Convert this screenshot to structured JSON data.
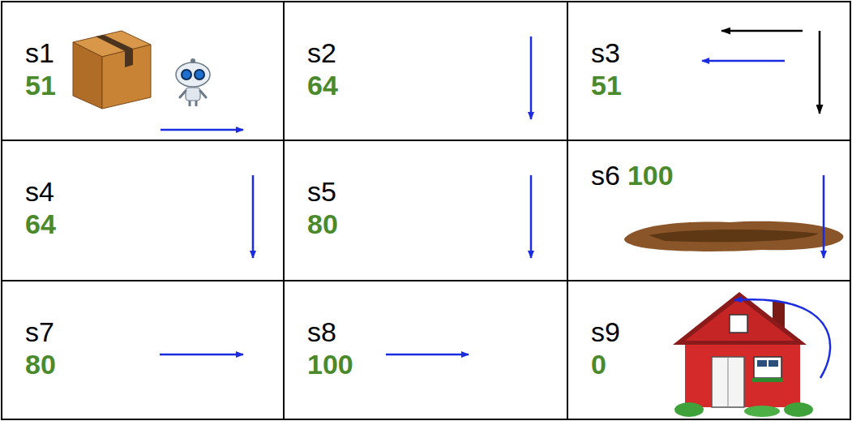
{
  "diagram": {
    "nodes": [
      {
        "text": [
          "s1",
          "51"
        ]
      },
      {
        "text": [
          "s2",
          "64"
        ]
      },
      {
        "text": [
          "s3",
          "51"
        ]
      },
      {
        "text": [
          "s4",
          "64"
        ]
      },
      {
        "text": [
          "s5",
          "80"
        ]
      },
      {
        "text": [
          "s6",
          "100"
        ]
      },
      {
        "text": [
          "s7",
          "80"
        ]
      },
      {
        "text": [
          "s8",
          "100"
        ]
      },
      {
        "text": [
          "s9",
          "0"
        ]
      }
    ]
  }
}
